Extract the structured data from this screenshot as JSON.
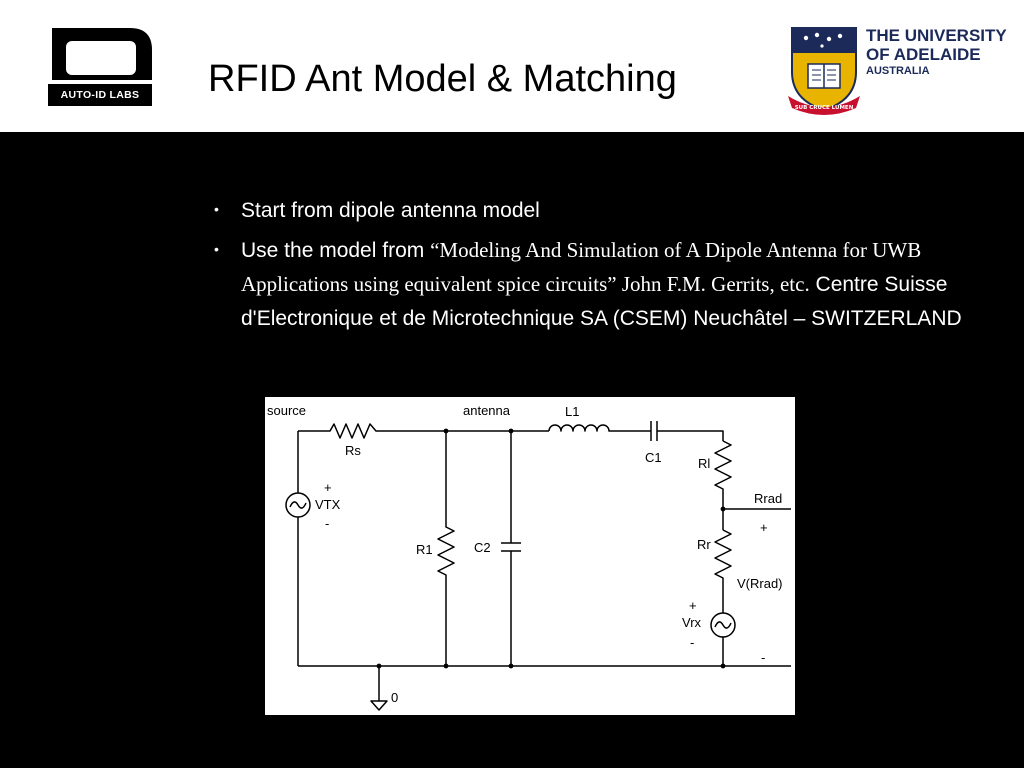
{
  "header": {
    "title": "RFID Ant Model & Matching",
    "left_logo": {
      "text": "AUTO-ID LABS"
    },
    "right_logo": {
      "line1": "THE UNIVERSITY",
      "line2": "OF ADELAIDE",
      "line3": "AUSTRALIA",
      "motto": "SUB CRUCE LUMEN"
    }
  },
  "bullets": [
    {
      "text": "Start from dipole antenna model"
    },
    {
      "prefix": "Use the model from ",
      "quote": "“Modeling And Simulation of A Dipole Antenna for UWB Applications using equivalent spice circuits” John F.M. Gerrits, etc.",
      "suffix": " Centre Suisse d'Electronique et de Microtechnique SA (CSEM) Neuchâtel – SWITZERLAND"
    }
  ],
  "circuit": {
    "labels": {
      "source": "source",
      "antenna": "antenna",
      "rs": "Rs",
      "l1": "L1",
      "c1": "C1",
      "rl": "Rl",
      "rrad": "Rrad",
      "rr": "Rr",
      "vrad": "V(Rrad)",
      "vrx": "Vrx",
      "vtx": "VTX",
      "r1": "R1",
      "c2": "C2",
      "plus": "+",
      "minus": "-",
      "ground": "0"
    }
  }
}
